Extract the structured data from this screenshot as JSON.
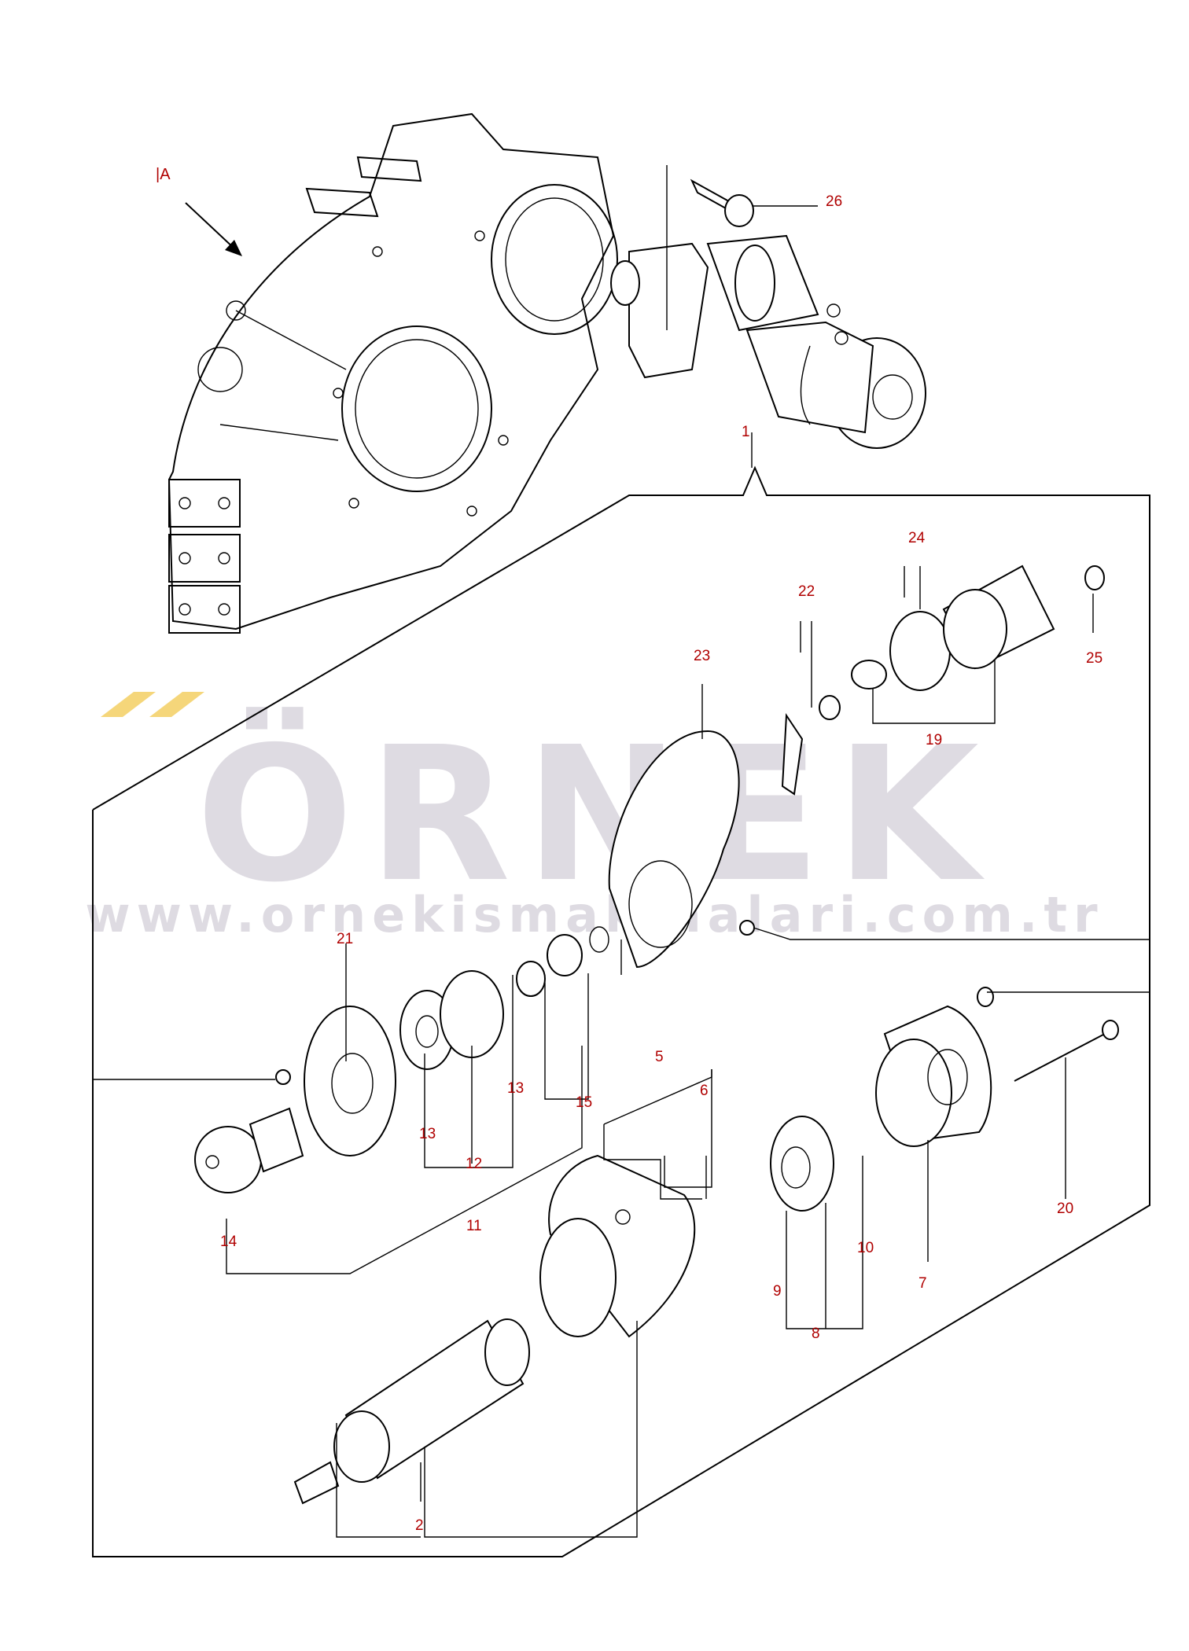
{
  "view_label": "|A",
  "watermark": {
    "brand": "ÖRNEK",
    "url": "www.ornekismakinalari.com.tr",
    "accent_color": "#f5d67a",
    "text_color": "#dedbe2"
  },
  "callouts": [
    "1",
    "2",
    "5",
    "6",
    "7",
    "8",
    "9",
    "10",
    "11",
    "12",
    "13",
    "13",
    "14",
    "15",
    "19",
    "20",
    "21",
    "22",
    "23",
    "24",
    "25",
    "26"
  ],
  "callout_color": "#b00000"
}
